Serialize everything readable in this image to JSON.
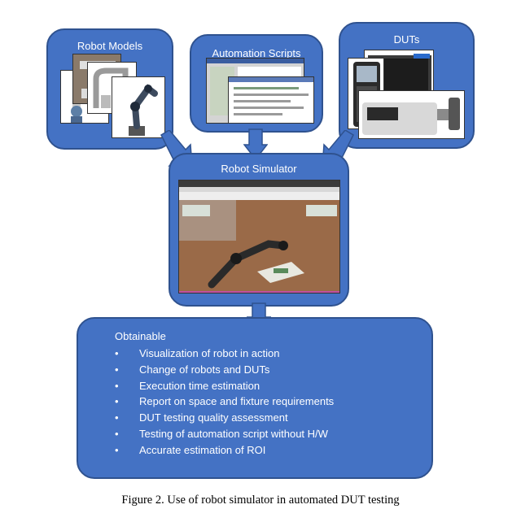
{
  "robot_models": {
    "title": "Robot Models"
  },
  "automation_scripts": {
    "title": "Automation Scripts"
  },
  "duts": {
    "title": "DUTs"
  },
  "robot_simulator": {
    "title": "Robot Simulator"
  },
  "obtainable": {
    "title": "Obtainable",
    "bullet": "•",
    "items": [
      "Visualization  of robot in action",
      "Change of robots and DUTs",
      "Execution time estimation",
      "Report on space and fixture requirements",
      "DUT testing quality assessment",
      "Testing of automation script  without H/W",
      "Accurate estimation of ROI"
    ]
  },
  "caption": "Figure 2. Use of robot simulator in automated DUT testing",
  "colors": {
    "box_fill": "#4472c4",
    "box_border": "#2f528f",
    "text": "#ffffff"
  }
}
